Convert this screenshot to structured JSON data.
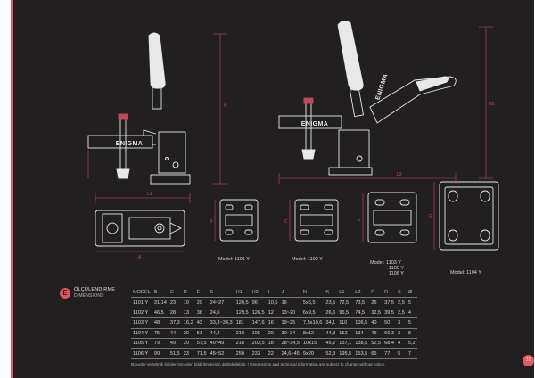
{
  "drawings": {
    "brand": "ENIGMA",
    "models": [
      "Model: 1101 Y",
      "Model: 1102 Y",
      "Model: 1103 Y",
      "1105 Y",
      "1106 Y",
      "Model: 1104 Y"
    ],
    "dim_letters": {
      "a": "A",
      "b": "B",
      "c": "C",
      "e": "E",
      "h": "H",
      "h2": "H2",
      "l1": "L1",
      "l2": "L2",
      "g": "G"
    }
  },
  "section": {
    "icon": "E",
    "title": "ÖLÇÜLENDİRME",
    "subtitle": "DIMENSIONS"
  },
  "table": {
    "headers": [
      "MODEL",
      "B",
      "C",
      "D",
      "E",
      "S",
      "H1",
      "H2",
      "I",
      "J",
      "N",
      "K",
      "L1",
      "L2",
      "P",
      "R",
      "S",
      "Ø"
    ],
    "rows": [
      [
        "1101 Y",
        "31,14",
        "23",
        "10",
        "29",
        "24~27",
        "120,5",
        "96",
        "10,5",
        "16",
        "5x6,5",
        "23,5",
        "72,5",
        "73,5",
        "26",
        "37,5",
        "2,5",
        "5"
      ],
      [
        "1102 Y",
        "46,5",
        "28",
        "13",
        "36",
        "24,6",
        "129,5",
        "126,5",
        "12",
        "13~20",
        "6x9,5",
        "26,6",
        "95,5",
        "74,5",
        "32,5",
        "39,5",
        "2,5",
        "4"
      ],
      [
        "1103 Y",
        "48",
        "37,3",
        "16,2",
        "43",
        "33,3~34,3",
        "181",
        "147,6",
        "16",
        "19~25",
        "7,5x10,6",
        "34,1",
        "110",
        "106,5",
        "40",
        "50",
        "3",
        "5"
      ],
      [
        "1104 Y",
        "75",
        "44",
        "20",
        "51",
        "44,3",
        "210",
        "195",
        "20",
        "30~34",
        "8x12",
        "44,3",
        "152",
        "134",
        "49",
        "66,3",
        "3",
        "8"
      ],
      [
        "1105 Y",
        "79",
        "49",
        "20",
        "57,5",
        "40~49",
        "218",
        "203,5",
        "18",
        "28~34,5",
        "10x15",
        "45,2",
        "157,1",
        "138,5",
        "52,5",
        "68,4",
        "4",
        "5,2"
      ],
      [
        "1106 Y",
        "99",
        "51,5",
        "23",
        "71,5",
        "45~52",
        "250",
        "233",
        "22",
        "24,6~45",
        "9x20",
        "52,3",
        "195,5",
        "153,5",
        "65",
        "77",
        "5",
        "7"
      ]
    ]
  },
  "footer": {
    "text": "Boyutlar ve teknik bilgiler önceden bildirilmeksizin değiştirilebilir. / Dimensions and technical information are subject to change without notice.",
    "page": "31"
  },
  "colors": {
    "accent": "#e85566",
    "background": "#221f20",
    "line": "#e8e8e8",
    "dimension": "#c24a57"
  }
}
